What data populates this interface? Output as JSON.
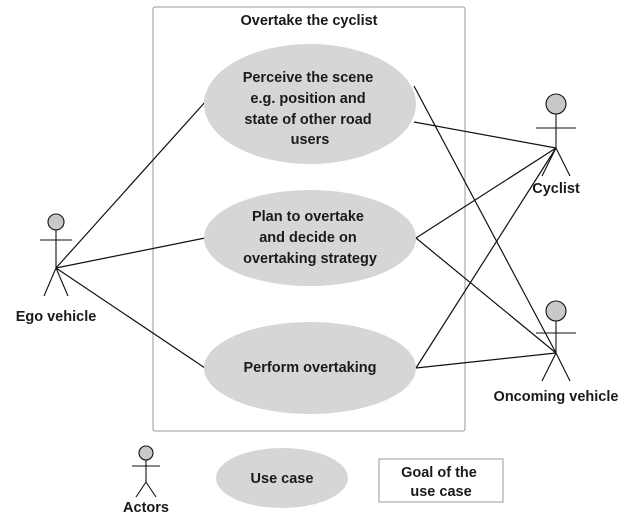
{
  "system_title": "Overtake the cyclist",
  "use_cases": [
    {
      "id": "perceive",
      "lines": [
        "Perceive the scene",
        "e.g. position and",
        "state of other road",
        "users"
      ]
    },
    {
      "id": "plan",
      "lines": [
        "Plan to overtake",
        "and decide on",
        "overtaking strategy"
      ]
    },
    {
      "id": "perform",
      "lines": [
        "Perform overtaking"
      ]
    }
  ],
  "actors": {
    "ego": "Ego vehicle",
    "cyclist": "Cyclist",
    "oncoming": "Oncoming vehicle"
  },
  "legend": {
    "actors": "Actors",
    "use_case": "Use case",
    "goal": [
      "Goal of the",
      "use case"
    ]
  },
  "colors": {
    "ellipse_fill": "#d6d6d6",
    "actor_head": "#c8c8c8",
    "line": "#111111",
    "boundary": "#999999"
  }
}
